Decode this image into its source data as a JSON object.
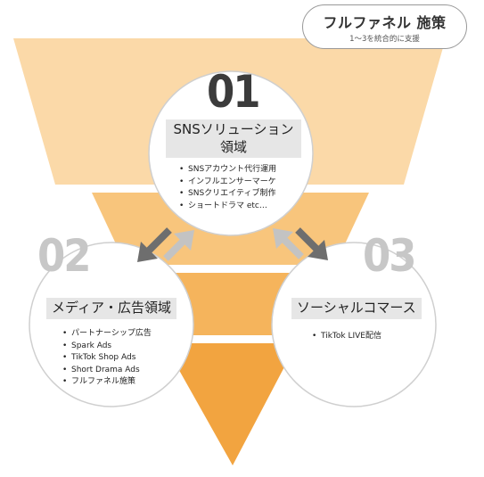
{
  "header": {
    "title": "フルファネル 施策",
    "subtitle": "1～3を統合的に支援"
  },
  "sections": [
    {
      "number": "01",
      "title_line1": "SNSソリューション",
      "title_line2": "領域",
      "items": [
        "SNSアカウント代行運用",
        "インフルエンサーマーケ",
        "SNSクリエイティブ制作",
        "ショートドラマ etc…"
      ]
    },
    {
      "number": "02",
      "title": "メディア・広告領域",
      "items": [
        "パートナーシップ広告",
        "Spark Ads",
        "TikTok Shop Ads",
        "Short Drama Ads",
        "フルファネル施策"
      ]
    },
    {
      "number": "03",
      "title": "ソーシャルコマース",
      "items": [
        "TikTok LIVE配信"
      ]
    }
  ],
  "colors": {
    "funnel_top": "#fbd9a8",
    "funnel_mid": "#f8c57c",
    "funnel_low": "#f5b45c",
    "funnel_bottom": "#f2a440",
    "arrow_dark": "#6e6e6e",
    "arrow_light": "#c3c3c3",
    "circle_border": "#cfcfcf"
  },
  "icons": [
    "arrow-down-left-icon",
    "arrow-up-right-icon",
    "arrow-up-left-icon",
    "arrow-down-right-icon"
  ]
}
